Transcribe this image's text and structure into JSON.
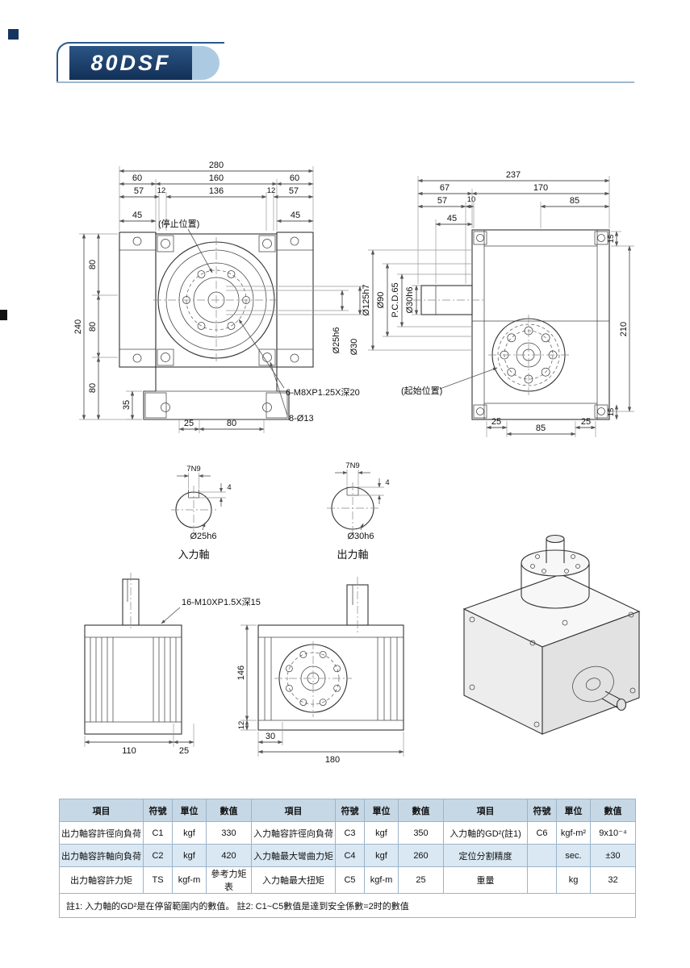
{
  "header": {
    "title": "80DSF"
  },
  "front_view": {
    "dim_280": "280",
    "dim_60_left": "60",
    "dim_160": "160",
    "dim_60_right": "60",
    "dim_57_left": "57",
    "dim_12_left": "12",
    "dim_136": "136",
    "dim_12_right": "12",
    "dim_57_right": "57",
    "dim_45_left": "45",
    "dim_45_right": "45",
    "stop_position": "(停止位置)",
    "dim_240": "240",
    "dim_80_top": "80",
    "dim_80_mid": "80",
    "dim_80_bot": "80",
    "dim_35": "35",
    "dim_25_bottom": "25",
    "dim_80_bottom": "80",
    "label_shaft_dia": "Ø25h6",
    "label_bore_dia": "Ø30",
    "label_tapped_holes": "6-M8XP1.25X深20",
    "label_through_holes": "8-Ø13"
  },
  "side_view": {
    "dim_237": "237",
    "dim_67": "67",
    "dim_170": "170",
    "dim_57": "57",
    "dim_10": "10",
    "dim_85_top": "85",
    "dim_45": "45",
    "label_flange_dia": "Ø125h7",
    "label_pilot_dia": "Ø90",
    "label_pcd": "P.C.D.65",
    "label_shaft_dia": "Ø30h6",
    "start_position": "(起始位置)",
    "dim_210": "210",
    "dim_15_top": "15",
    "dim_15_bottom": "15",
    "dim_25_left": "25",
    "dim_85_bottom": "85",
    "dim_25_right": "25"
  },
  "input_shaft": {
    "key_width": "7N9",
    "key_depth": "4",
    "dia": "Ø25h6",
    "caption": "入力軸"
  },
  "output_shaft": {
    "key_width": "7N9",
    "key_depth": "4",
    "dia": "Ø30h6",
    "caption": "出力軸"
  },
  "side_bottom_view": {
    "label_tapped": "16-M10XP1.5X深15",
    "dim_110": "110",
    "dim_25": "25"
  },
  "front_bottom_view": {
    "dim_146": "146",
    "dim_12": "12",
    "dim_30": "30",
    "dim_180": "180"
  },
  "spec_table": {
    "headers": [
      "項目",
      "符號",
      "單位",
      "數值",
      "項目",
      "符號",
      "單位",
      "數值",
      "項目",
      "符號",
      "單位",
      "數值"
    ],
    "rows": [
      [
        "出力軸容許徑向負荷",
        "C1",
        "kgf",
        "330",
        "入力軸容許徑向負荷",
        "C3",
        "kgf",
        "350",
        "入力軸的GD²(註1)",
        "C6",
        "kgf-m²",
        "9x10⁻⁴"
      ],
      [
        "出力軸容許軸向負荷",
        "C2",
        "kgf",
        "420",
        "入力軸最大彎曲力矩",
        "C4",
        "kgf",
        "260",
        "定位分割精度",
        "",
        "sec.",
        "±30"
      ],
      [
        "出力軸容許力矩",
        "TS",
        "kgf-m",
        "參考力矩表",
        "入力軸最大扭矩",
        "C5",
        "kgf-m",
        "25",
        "重量",
        "",
        "kg",
        "32"
      ]
    ],
    "note": "註1: 入力軸的GD²是在停留範圍内的數值。 註2: C1~C5數值是達到安全係數=2时的數值"
  }
}
